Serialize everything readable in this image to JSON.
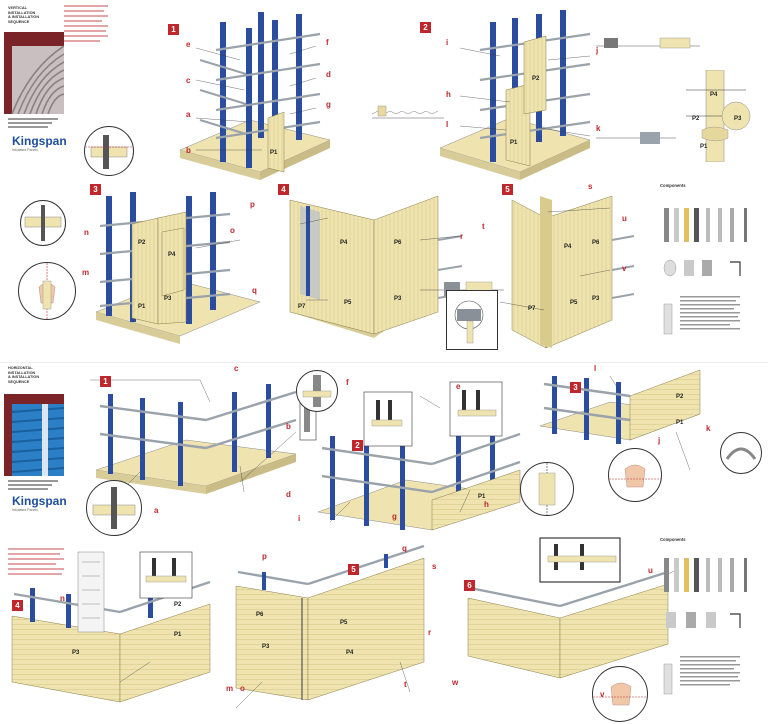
{
  "brand": {
    "name": "Kingspan",
    "tagline": "Insulated Panels"
  },
  "colors": {
    "accent": "#c0272d",
    "steel_blue": "#2b4da0",
    "panel_cream": "#efe4b0",
    "rail_grey": "#9aa3ab",
    "brand_blue": "#1d4f9c"
  },
  "top": {
    "header_lines": [
      "VERTICAL INSTALLATION",
      "& INSTALLATION SEQUENCE"
    ],
    "hero_icon": "corrugated-panel-photo",
    "steps": [
      "1",
      "2",
      "3",
      "4",
      "5"
    ],
    "callouts": [
      "a",
      "b",
      "c",
      "d",
      "e",
      "f",
      "g",
      "h",
      "i",
      "j",
      "k",
      "l",
      "m",
      "n",
      "o",
      "p",
      "q",
      "r",
      "s",
      "t",
      "u",
      "v"
    ],
    "panel_labels": [
      "P1",
      "P2",
      "P3",
      "P4",
      "P5",
      "P6",
      "P7"
    ],
    "components_title": "Components"
  },
  "bottom": {
    "header_lines": [
      "HORIZONTAL INSTALLATION",
      "& INSTALLATION SEQUENCE"
    ],
    "hero_icon": "blue-panel-photo",
    "steps": [
      "1",
      "2",
      "3",
      "4",
      "5",
      "6"
    ],
    "callouts": [
      "a",
      "b",
      "c",
      "d",
      "e",
      "f",
      "g",
      "h",
      "i",
      "j",
      "k",
      "l",
      "m",
      "n",
      "o",
      "p",
      "q",
      "r",
      "s",
      "t",
      "u",
      "v",
      "w"
    ],
    "panel_labels": [
      "P1",
      "P2",
      "P3",
      "P4",
      "P5",
      "P6"
    ],
    "components_title": "Components"
  }
}
